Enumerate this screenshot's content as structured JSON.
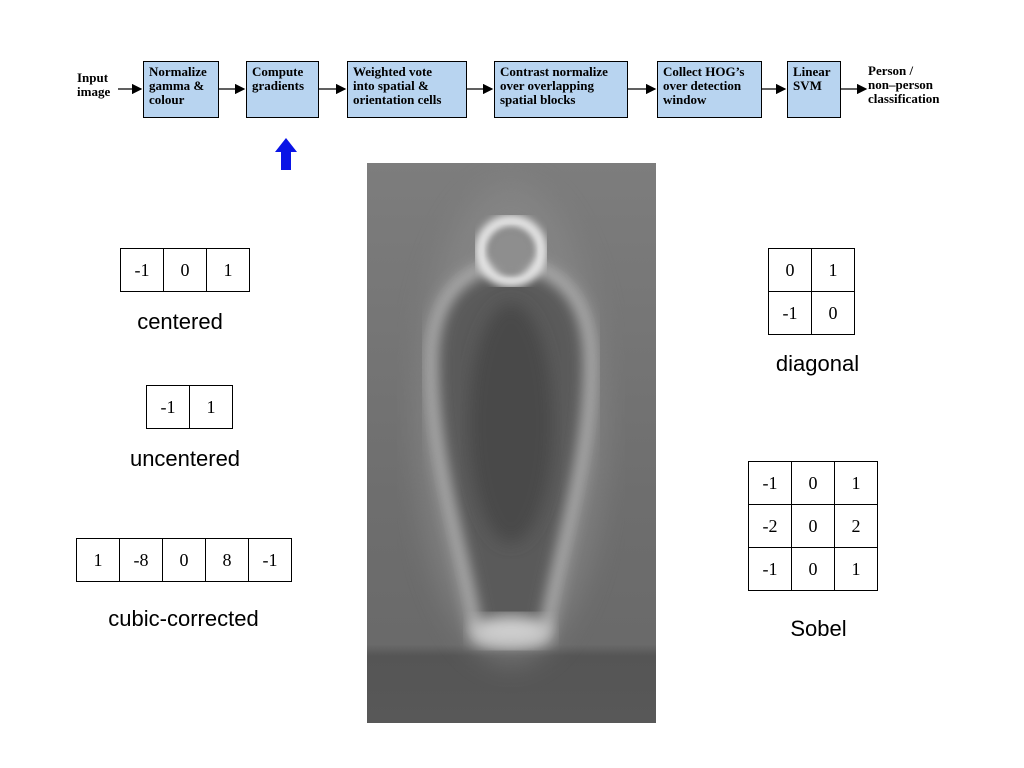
{
  "pipeline": {
    "input_label": "Input\nimage",
    "output_label": "Person /\nnon–person\nclassification",
    "steps": [
      "Normalize\ngamma &\ncolour",
      "Compute\ngradients",
      "Weighted vote\ninto spatial &\norientation cells",
      "Contrast normalize\nover overlapping\nspatial blocks",
      "Collect HOG’s\nover detection\nwindow",
      "Linear\nSVM"
    ],
    "highlight_color": "#b8d4f0",
    "indicator": "up-arrow-icon",
    "indicator_color": "#0a14e6"
  },
  "kernels": {
    "centered": {
      "cells": [
        [
          "-1",
          "0",
          "1"
        ]
      ],
      "label": "centered"
    },
    "uncentered": {
      "cells": [
        [
          "-1",
          "1"
        ]
      ],
      "label": "uncentered"
    },
    "cubic": {
      "cells": [
        [
          "1",
          "-8",
          "0",
          "8",
          "-1"
        ]
      ],
      "label": "cubic-corrected"
    },
    "diagonal": {
      "cells": [
        [
          "0",
          "1"
        ],
        [
          "-1",
          "0"
        ]
      ],
      "label": "diagonal"
    },
    "sobel": {
      "cells": [
        [
          "-1",
          "0",
          "1"
        ],
        [
          "-2",
          "0",
          "2"
        ],
        [
          "-1",
          "0",
          "1"
        ]
      ],
      "label": "Sobel"
    }
  },
  "image": {
    "subject": "average-gradient-person-image"
  }
}
